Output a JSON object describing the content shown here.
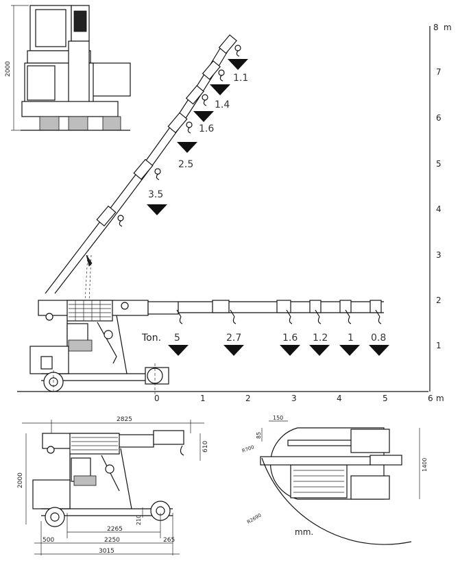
{
  "load_chart": {
    "unit_label": "Ton.",
    "y_axis": {
      "ticks": [
        "1",
        "2",
        "3",
        "4",
        "5",
        "6",
        "7",
        "8"
      ],
      "unit": "m"
    },
    "x_axis": {
      "ticks": [
        "0",
        "1",
        "2",
        "3",
        "4",
        "5",
        "6"
      ],
      "unit": "m"
    },
    "extended_boom_loads": [
      "3.5",
      "2.5",
      "1.6",
      "1.4",
      "1.1"
    ],
    "horizontal_boom_loads": [
      "5",
      "2.7",
      "1.6",
      "1.2",
      "1",
      "0.8"
    ]
  },
  "front_view": {
    "height_dim": "2000"
  },
  "side_view": {
    "length_dim": "2825",
    "height_dim": "2000",
    "hook_dim": "610",
    "clearance_dim": "210",
    "wheelbase_inner_dim": "2265",
    "wheelbase_dim": "2250",
    "front_overhang_dim": "500",
    "rear_overhang_dim": "265",
    "total_length_dim": "3015"
  },
  "top_view": {
    "dim_150": "150",
    "dim_85": "85",
    "radius_small": "R700",
    "radius_large": "R2690",
    "width_dim": "1400"
  },
  "units_note": "mm."
}
